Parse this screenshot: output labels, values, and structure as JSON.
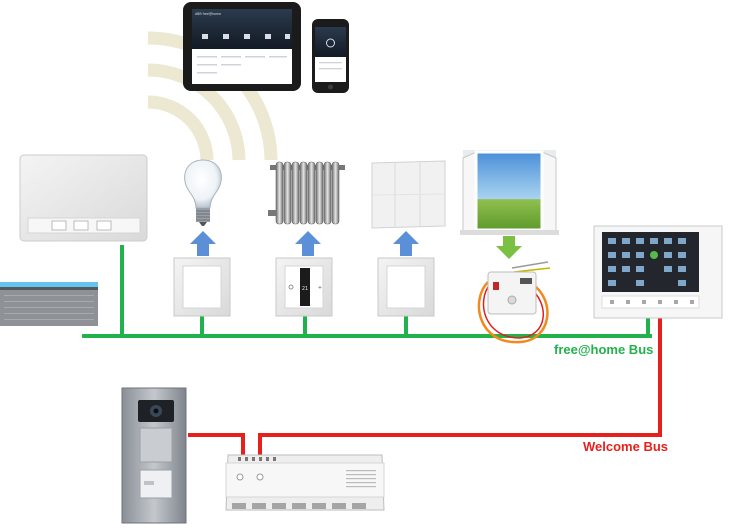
{
  "labels": {
    "free_home_bus": "free@home Bus",
    "welcome_bus": "Welcome Bus"
  },
  "colors": {
    "free_home_bus": "#22b24c",
    "welcome_bus": "#e8201c",
    "wifi_arcs": "#ece8d2",
    "arrow_blue": "#5b8fd8",
    "arrow_green": "#7ac143"
  },
  "icons": {
    "access_point": "system-access-point",
    "gateway": "welcome-gateway",
    "tablet": "tablet",
    "phone": "smartphone",
    "bulb": "light-bulb-icon",
    "radiator": "radiator-icon",
    "blinds": "blinds-icon",
    "window": "window-icon"
  }
}
